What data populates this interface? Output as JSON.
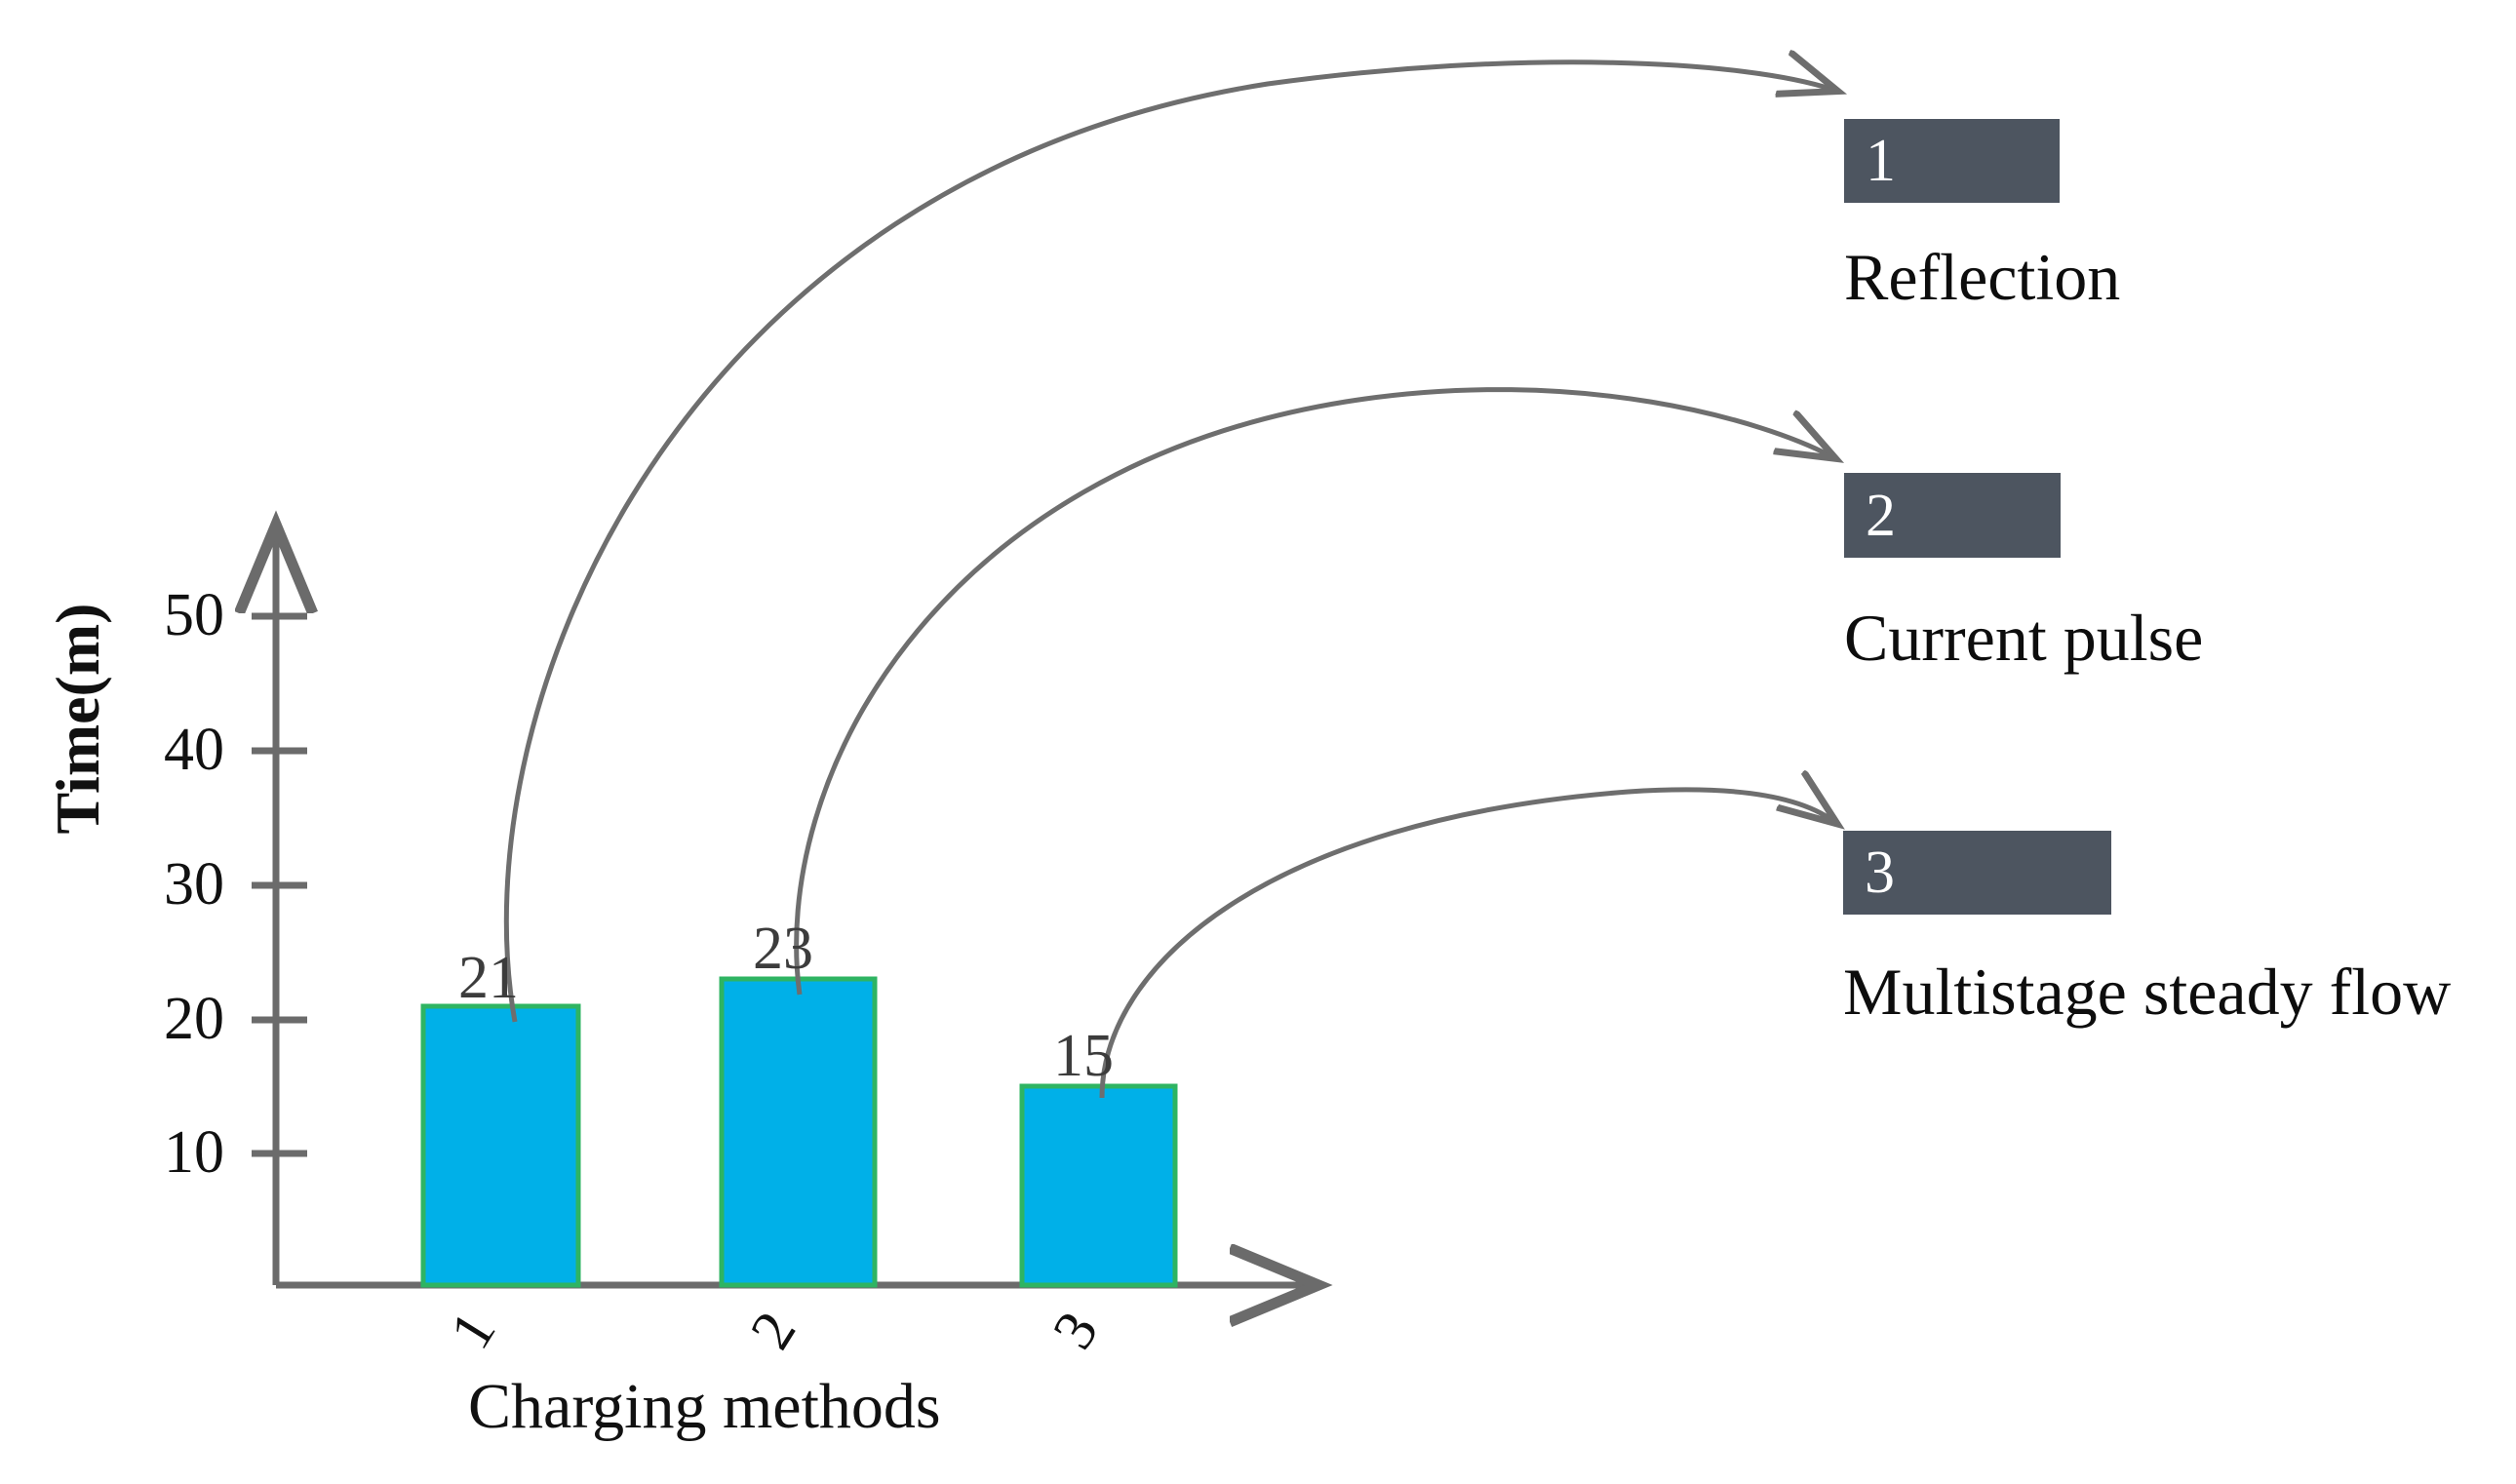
{
  "chart_data": {
    "type": "bar",
    "title": "",
    "categories": [
      "1",
      "2",
      "3"
    ],
    "values": [
      21,
      23,
      15
    ],
    "value_labels": [
      "21",
      "23",
      "15"
    ],
    "xlabel": "Charging methods",
    "ylabel": "Time(m)",
    "ylim": [
      0,
      55
    ],
    "yticks": [
      10,
      20,
      30,
      40,
      50
    ],
    "ytick_labels": [
      "10",
      "20",
      "30",
      "40",
      "50"
    ],
    "xtick_labels": [
      "1",
      "2",
      "3"
    ],
    "grid": false,
    "legend_position": "right",
    "bar_fill_color": "#00b0e8",
    "bar_border_color": "#2eb462",
    "axis_color": "#6b6b6b",
    "annotation_arrow_color": "#6e6e6e",
    "legend_swatch_color": "#4d5560",
    "legend": [
      {
        "key": "1",
        "label": "Reflection",
        "value": 21
      },
      {
        "key": "2",
        "label": "Current pulse",
        "value": 23
      },
      {
        "key": "3",
        "label": "Multistage steady flow",
        "value": 15
      }
    ],
    "annotations": [
      {
        "from_category": "1",
        "to_legend": "1"
      },
      {
        "from_category": "2",
        "to_legend": "2"
      },
      {
        "from_category": "3",
        "to_legend": "3"
      }
    ]
  }
}
